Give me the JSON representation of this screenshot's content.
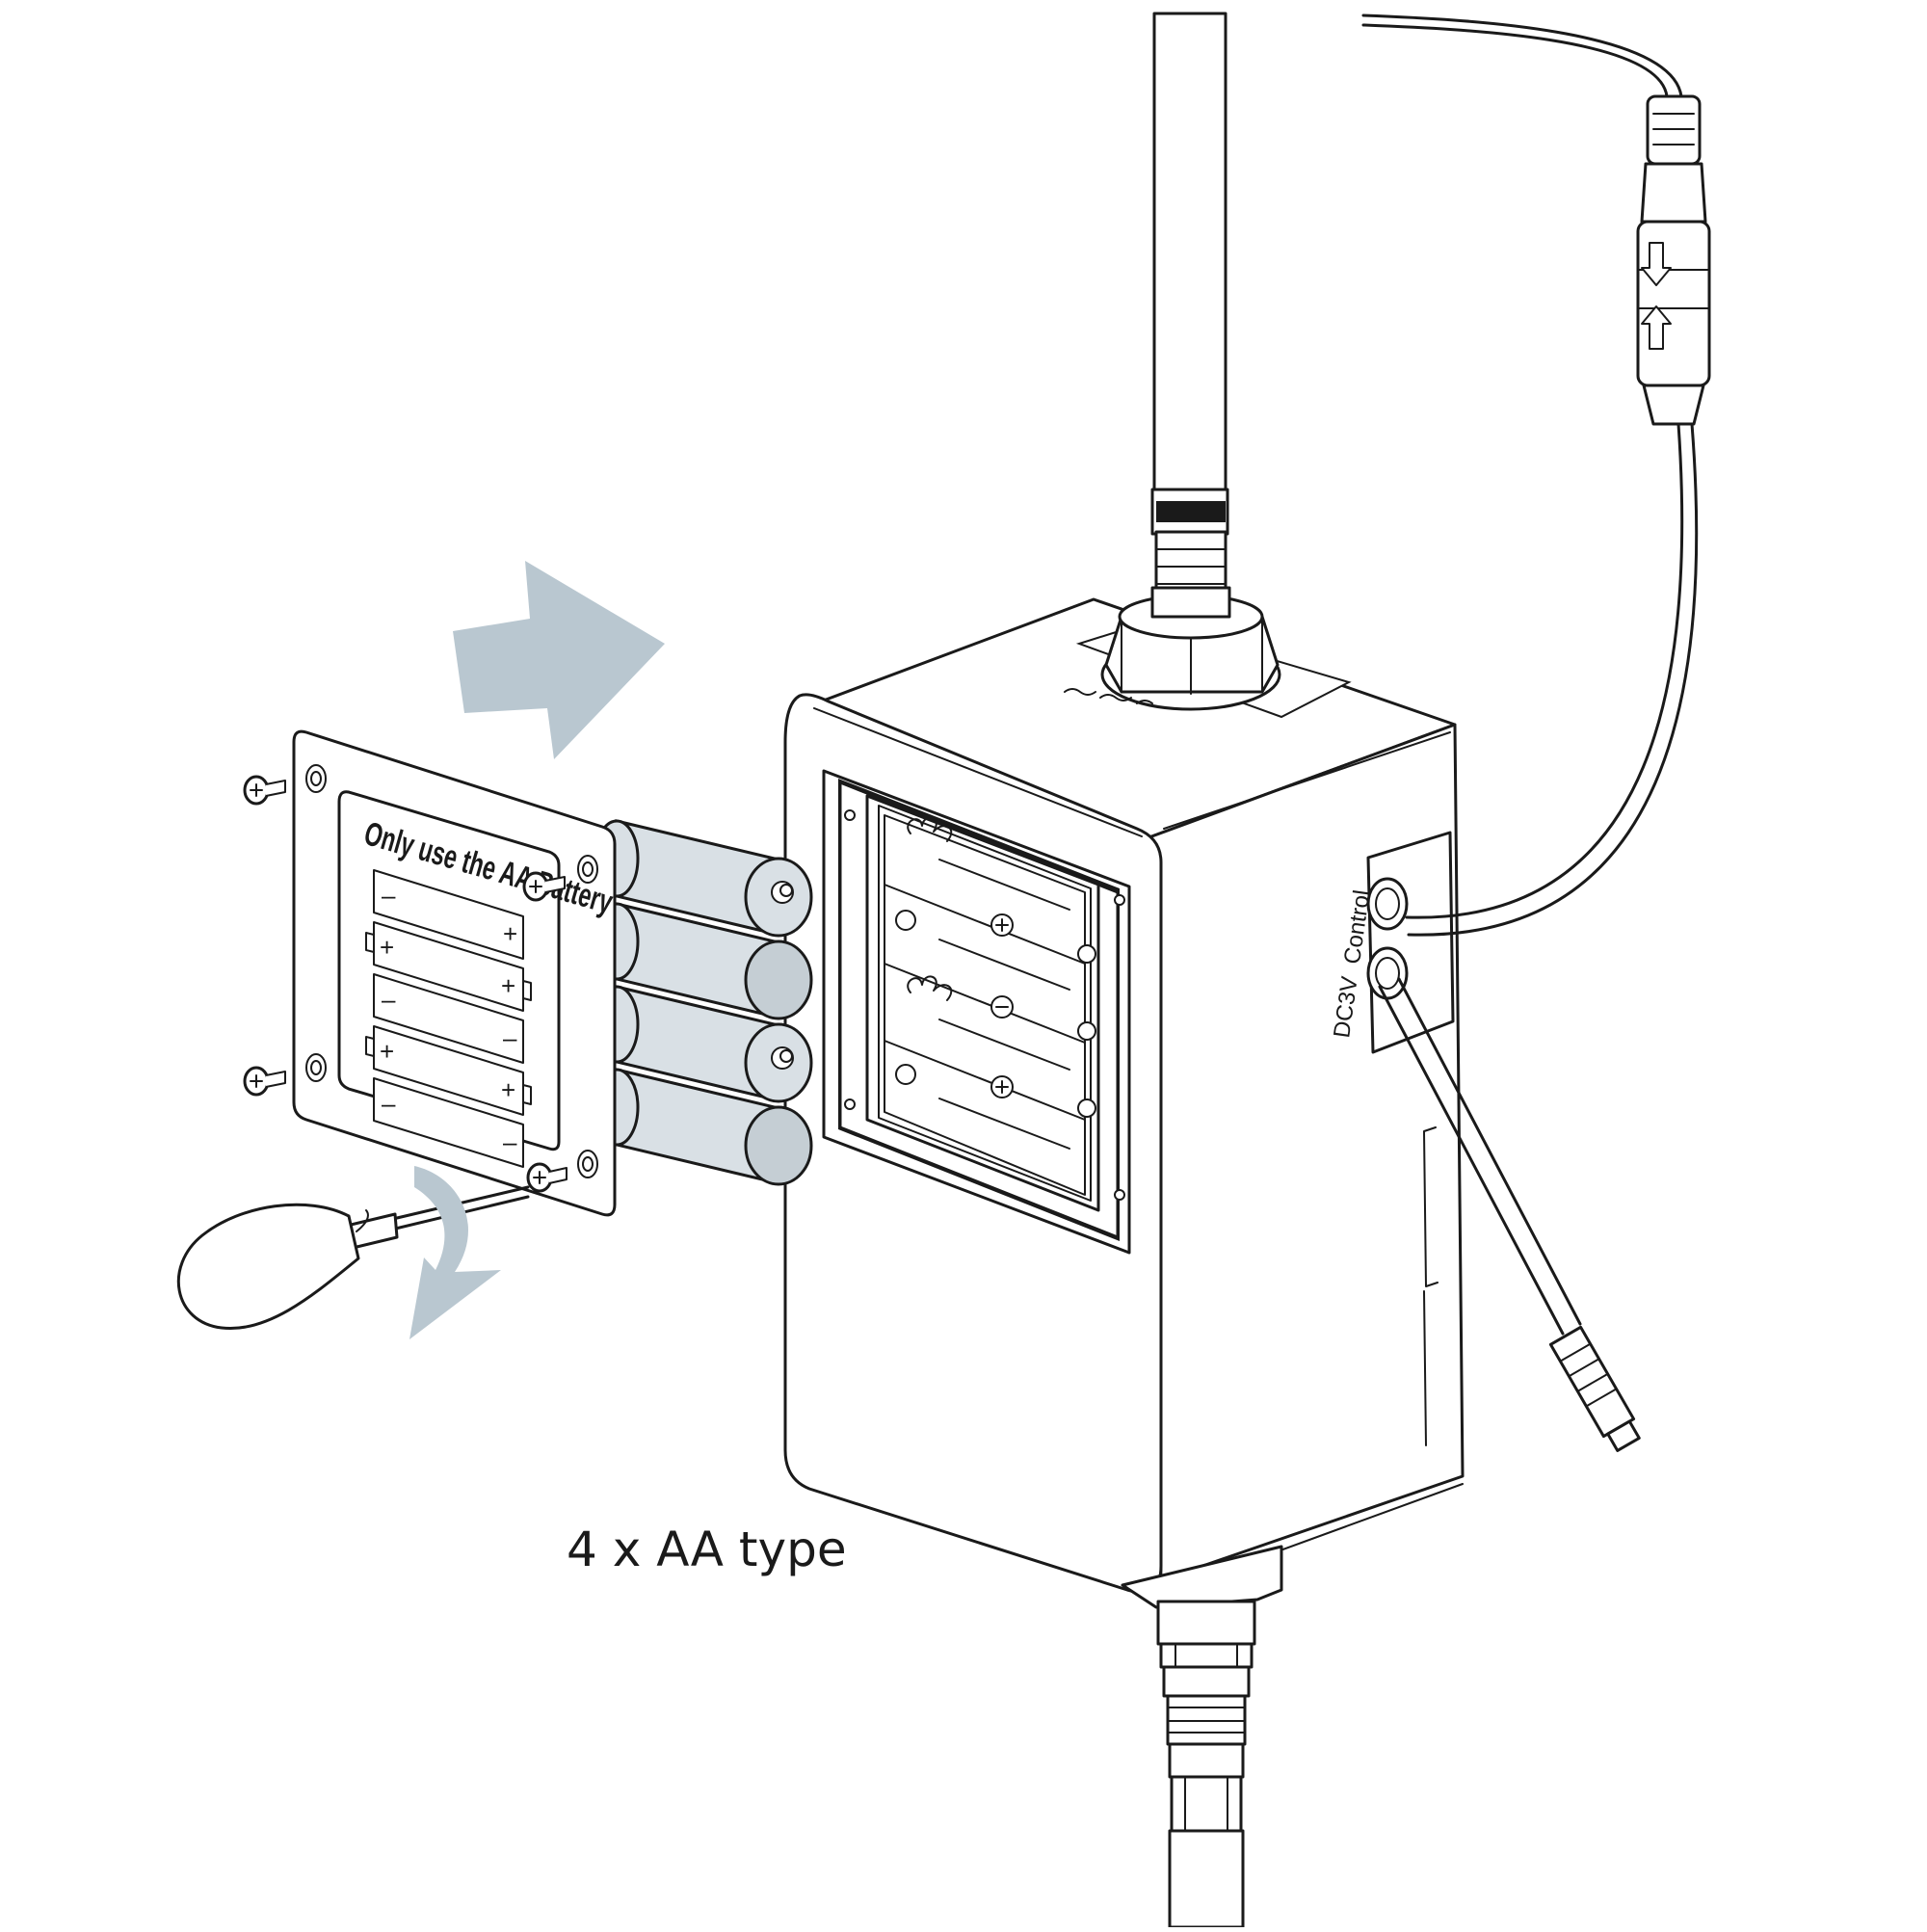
{
  "cover": {
    "warning_text": "Only use the AA Battery",
    "slot_labels": [
      {
        "left": "–",
        "right": "+"
      },
      {
        "left": "+",
        "right": "+"
      },
      {
        "left": "–",
        "right": "–"
      },
      {
        "left": "+",
        "right": "+"
      },
      {
        "left": "–",
        "right": "–"
      }
    ]
  },
  "housing": {
    "port_label": "DC3V  Control"
  },
  "caption": "4 x AA type",
  "colors": {
    "line": "#1a1a1a",
    "arrow_fill": "#b9c7d0",
    "battery_fill": "#d9e0e5",
    "battery_end_fill": "#c5ced4",
    "background": "#ffffff"
  },
  "icons": [
    "insert-arrow-icon",
    "rotate-arrow-icon",
    "screwdriver-icon",
    "screw-icon"
  ]
}
